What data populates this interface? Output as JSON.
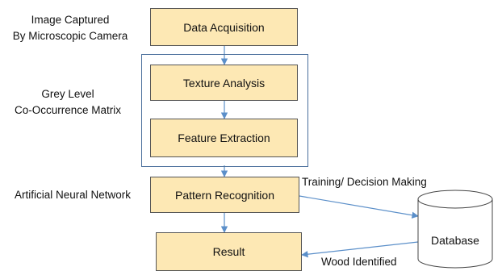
{
  "process_steps": [
    {
      "id": "acquisition",
      "label": "Data Acquisition"
    },
    {
      "id": "texture",
      "label": "Texture Analysis"
    },
    {
      "id": "feature",
      "label": "Feature Extraction"
    },
    {
      "id": "pattern",
      "label": "Pattern Recognition"
    },
    {
      "id": "result",
      "label": "Result"
    }
  ],
  "side_notes": {
    "acquisition": {
      "line1": "Image Captured",
      "line2": "By Microscopic Camera"
    },
    "glcm": {
      "line1": "Grey Level",
      "line2": "Co-Occurrence Matrix"
    },
    "ann": {
      "line1": "Artificial Neural Network"
    }
  },
  "database": {
    "label": "Database"
  },
  "edge_labels": {
    "training": "Training/ Decision Making",
    "identified": "Wood Identified"
  },
  "colors": {
    "box_fill": "#fde8b4",
    "box_border": "#555555",
    "arrow": "#5b8fc9",
    "group_border": "#4a6f9c"
  }
}
